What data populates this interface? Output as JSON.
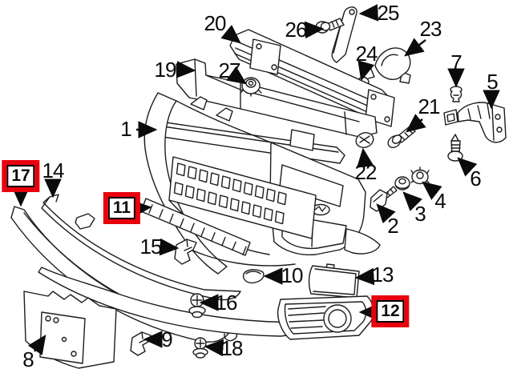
{
  "diagram": {
    "kind": "exploded-parts-diagram",
    "subject": "front-bumper-assembly",
    "colors": {
      "background": "#ffffff",
      "line": "#1c1c1c",
      "label_text": "#0b0b0b",
      "highlight_box": "#e8000d"
    },
    "highlighted_part_numbers": [
      "17",
      "11",
      "12"
    ],
    "labels": {
      "1": {
        "text": "1",
        "highlighted": false
      },
      "2": {
        "text": "2",
        "highlighted": false
      },
      "3": {
        "text": "3",
        "highlighted": false
      },
      "4": {
        "text": "4",
        "highlighted": false
      },
      "5": {
        "text": "5",
        "highlighted": false
      },
      "6": {
        "text": "6",
        "highlighted": false
      },
      "7": {
        "text": "7",
        "highlighted": false
      },
      "8": {
        "text": "8",
        "highlighted": false
      },
      "9": {
        "text": "9",
        "highlighted": false
      },
      "10": {
        "text": "10",
        "highlighted": false
      },
      "11": {
        "text": "11",
        "highlighted": true
      },
      "12": {
        "text": "12",
        "highlighted": true
      },
      "13": {
        "text": "13",
        "highlighted": false
      },
      "14": {
        "text": "14",
        "highlighted": false
      },
      "15": {
        "text": "15",
        "highlighted": false
      },
      "16": {
        "text": "16",
        "highlighted": false
      },
      "17": {
        "text": "17",
        "highlighted": true
      },
      "18": {
        "text": "18",
        "highlighted": false
      },
      "19": {
        "text": "19",
        "highlighted": false
      },
      "20": {
        "text": "20",
        "highlighted": false
      },
      "21": {
        "text": "21",
        "highlighted": false
      },
      "22": {
        "text": "22",
        "highlighted": false
      },
      "23": {
        "text": "23",
        "highlighted": false
      },
      "24": {
        "text": "24",
        "highlighted": false
      },
      "25": {
        "text": "25",
        "highlighted": false
      },
      "26": {
        "text": "26",
        "highlighted": false
      },
      "27": {
        "text": "27",
        "highlighted": false
      }
    }
  }
}
